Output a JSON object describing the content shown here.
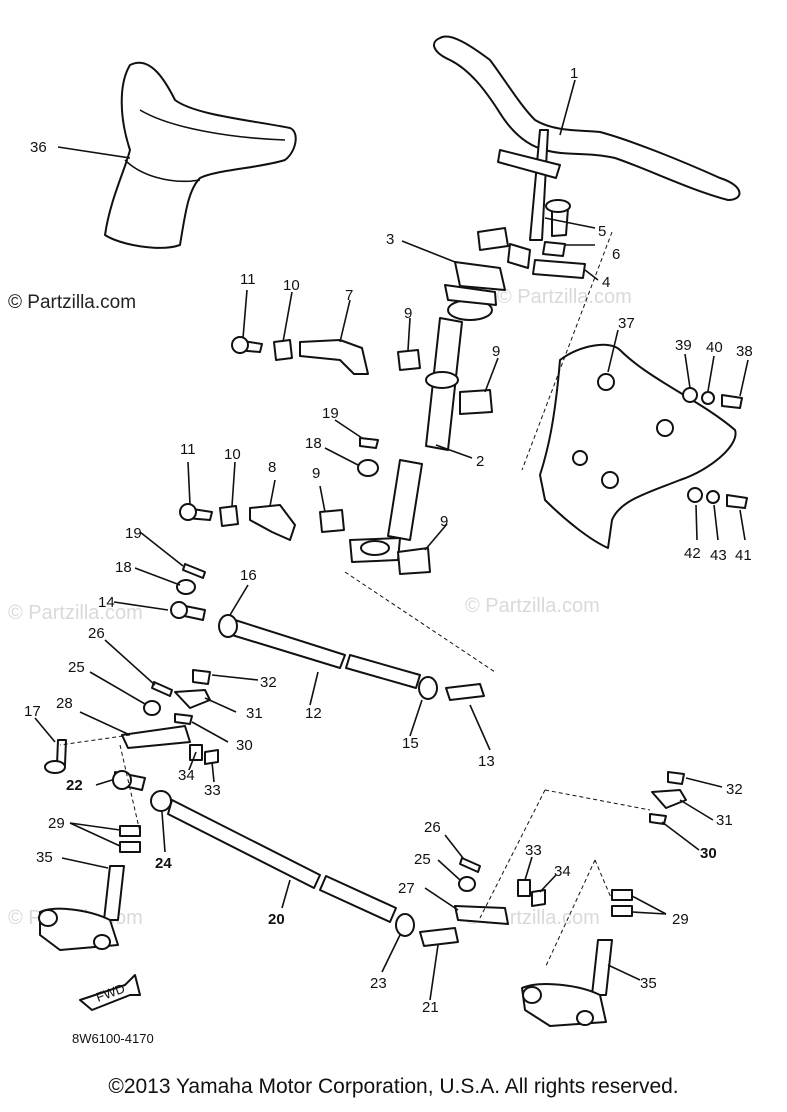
{
  "watermarks": {
    "main": "© Partzilla.com",
    "faint": "© Partzilla.com"
  },
  "diagram_code": "8W6100-4170",
  "fwd_label": "FWD",
  "copyright": "©2013  Yamaha Motor Corporation, U.S.A. All rights reserved.",
  "callouts": {
    "n1": "1",
    "n2": "2",
    "n3": "3",
    "n4": "4",
    "n5": "5",
    "n6": "6",
    "n7": "7",
    "n8": "8",
    "n9a": "9",
    "n9b": "9",
    "n9c": "9",
    "n9d": "9",
    "n10a": "10",
    "n10b": "10",
    "n11a": "11",
    "n11b": "11",
    "n12": "12",
    "n13": "13",
    "n14": "14",
    "n15": "15",
    "n16": "16",
    "n17": "17",
    "n18a": "18",
    "n18b": "18",
    "n19a": "19",
    "n19b": "19",
    "n20": "20",
    "n21": "21",
    "n22": "22",
    "n23": "23",
    "n24": "24",
    "n25a": "25",
    "n25b": "25",
    "n26a": "26",
    "n26b": "26",
    "n27": "27",
    "n28": "28",
    "n29a": "29",
    "n29b": "29",
    "n30a": "30",
    "n30b": "30",
    "n31a": "31",
    "n31b": "31",
    "n32a": "32",
    "n32b": "32",
    "n33a": "33",
    "n33b": "33",
    "n34a": "34",
    "n34b": "34",
    "n35a": "35",
    "n35b": "35",
    "n36": "36",
    "n37": "37",
    "n38": "38",
    "n39": "39",
    "n40": "40",
    "n41": "41",
    "n42": "42",
    "n43": "43"
  }
}
